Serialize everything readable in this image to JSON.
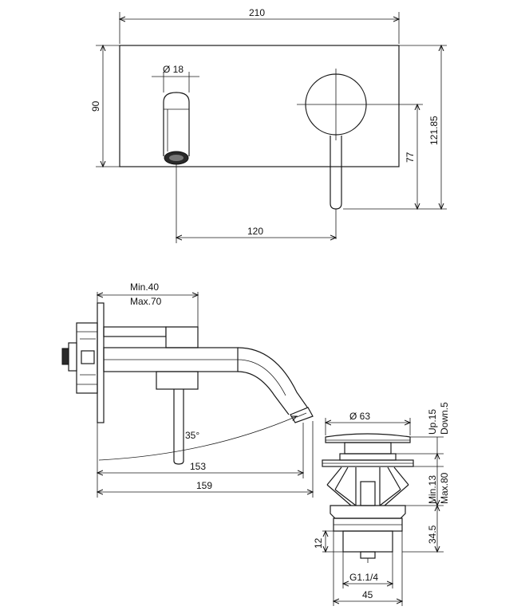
{
  "front_view": {
    "width_dim": "210",
    "height_dim": "90",
    "spout_diameter": "Ø 18",
    "total_height_dim": "121.85",
    "lever_height_dim": "77",
    "center_distance_dim": "120"
  },
  "side_view": {
    "projection_min": "Min.40",
    "projection_max": "Max.70",
    "spout_angle": "35°",
    "spout_reach": "153",
    "overall_reach": "159"
  },
  "drain_view": {
    "cap_diameter": "Ø 63",
    "up_stroke": "Up.15",
    "down_stroke": "Down.5",
    "body_min": "Min.13",
    "body_max": "Max.80",
    "body_height": "34.5",
    "thread_height": "12",
    "thread_size": "G1.1/4",
    "base_width": "45"
  }
}
